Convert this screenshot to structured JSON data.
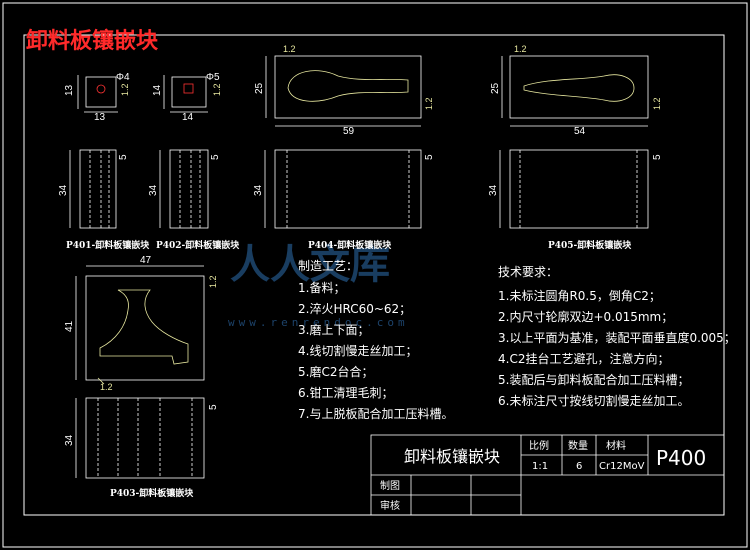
{
  "title": "卸料板镶嵌块",
  "watermark": {
    "text": "人人文库",
    "sub": "www.renrendoc.com"
  },
  "parts": {
    "p401": {
      "caption": "P401-卸料板镶嵌块",
      "w": "13",
      "h": "13",
      "hole": "Φ4",
      "deep": "5",
      "len": "34",
      "rough": "1.2"
    },
    "p402": {
      "caption": "P402-卸料板镶嵌块",
      "w": "14",
      "h": "14",
      "hole": "Φ5",
      "deep": "5",
      "len": "34",
      "rough": "1.2"
    },
    "p404": {
      "caption": "P404-卸料板镶嵌块",
      "w": "59",
      "h": "25",
      "deep": "5",
      "len": "34",
      "rough": "1.2"
    },
    "p405": {
      "caption": "P405-卸料板镶嵌块",
      "w": "54",
      "h": "25",
      "deep": "5",
      "len": "34",
      "rough": "1.2"
    },
    "p403": {
      "caption": "P403-卸料板镶嵌块",
      "w": "47",
      "h": "41",
      "deep": "5",
      "len": "34",
      "rough": "1.2"
    }
  },
  "process": {
    "heading": "制造工艺：",
    "items": [
      "1.备料；",
      "2.淬火HRC60~62；",
      "3.磨上下面；",
      "4.线切割慢走丝加工；",
      "5.磨C2台合；",
      "6.钳工清理毛刺；",
      "7.与上脱板配合加工压料槽。"
    ]
  },
  "requirements": {
    "heading": "技术要求：",
    "items": [
      "1.未标注圆角R0.5，倒角C2；",
      "2.内尺寸轮廓双边+0.015mm；",
      "3.以上平面为基准，装配平面垂直度0.005；",
      "4.C2挂台工艺避孔，注意方向；",
      "5.装配后与卸料板配合加工压料槽；",
      "6.未标注尺寸按线切割慢走丝加工。"
    ]
  },
  "titleblock": {
    "name": "卸料板镶嵌块",
    "h_scale": "比例",
    "h_qty": "数量",
    "h_mat": "材料",
    "scale": "1:1",
    "qty": "6",
    "material": "Cr12MoV",
    "code": "P400",
    "draw": "制图",
    "check": "审核"
  }
}
